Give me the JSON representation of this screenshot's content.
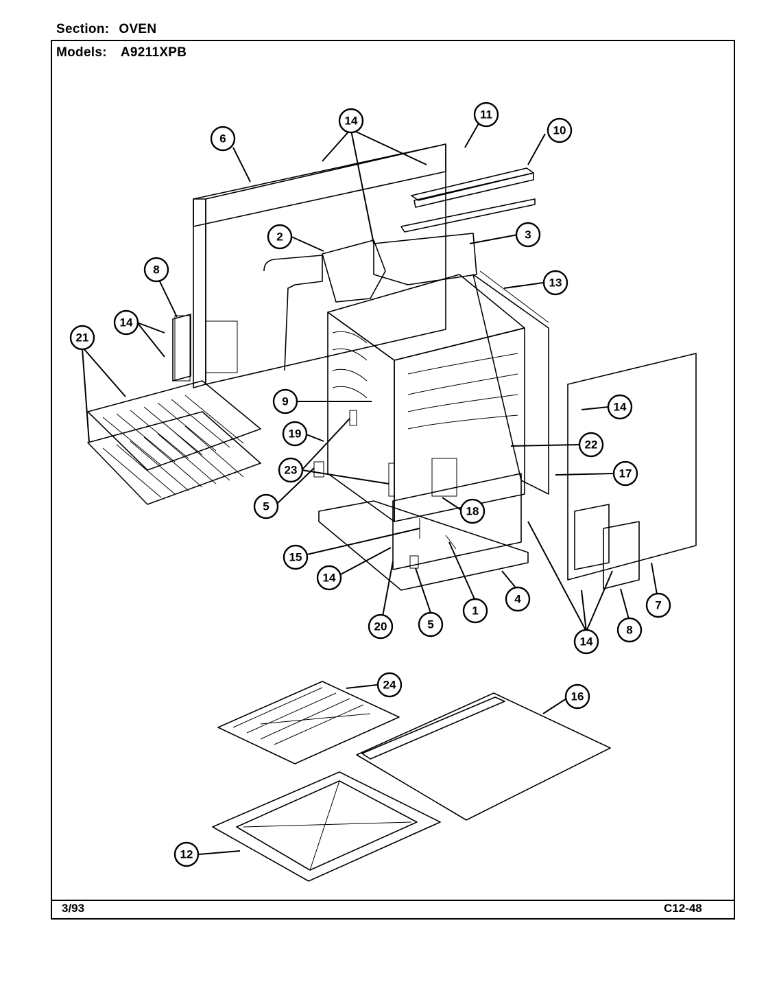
{
  "header": {
    "section_label": "Section:",
    "section_value": "OVEN",
    "models_label": "Models:",
    "models_value": "A9211XPB"
  },
  "footer": {
    "date": "3/93",
    "code": "C12-48"
  },
  "callouts": [
    "1",
    "2",
    "3",
    "4",
    "5",
    "6",
    "7",
    "8",
    "9",
    "10",
    "11",
    "12",
    "13",
    "14",
    "15",
    "16",
    "17",
    "18",
    "19",
    "20",
    "21",
    "22",
    "23",
    "24"
  ]
}
